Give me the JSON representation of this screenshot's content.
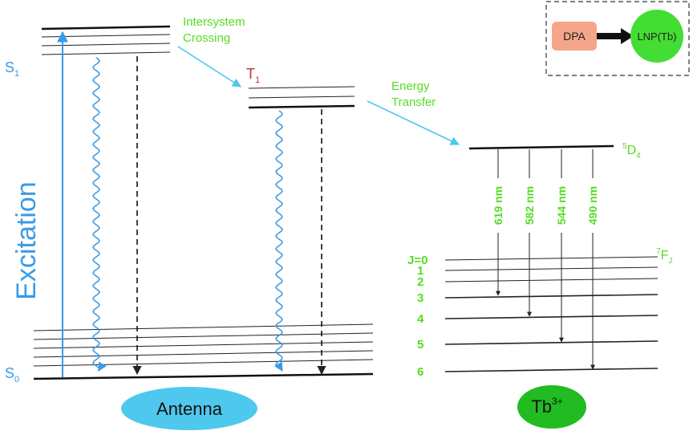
{
  "legend": {
    "donor": "DPA",
    "acceptor": "LNP(Tb)",
    "donor_color": "#f4a58a",
    "acceptor_color": "#44dd33"
  },
  "antenna": {
    "s1_label": "S",
    "s1_sub": "1",
    "s0_label": "S",
    "s0_sub": "0",
    "t1_label": "T",
    "t1_sub": "1",
    "excitation_label": "Excitation",
    "badge": "Antenna",
    "badge_color": "#4fc8ee"
  },
  "processes": {
    "isc_line1": "Intersystem",
    "isc_line2": "Crossing",
    "et_line1": "Energy",
    "et_line2": "Transfer"
  },
  "terbium": {
    "d4_sup": "5",
    "d4_label": "D",
    "d4_sub": "4",
    "fj_sup": "7",
    "fj_label": "F",
    "fj_sub": "J",
    "badge_base": "Tb",
    "badge_sup": "3+",
    "badge_color": "#22bb22",
    "j_levels": [
      "J=0",
      "1",
      "2",
      "3",
      "4",
      "5",
      "6"
    ],
    "emissions": [
      "619 nm",
      "582 nm",
      "544 nm",
      "490 nm"
    ]
  },
  "colors": {
    "blue": "#3a9be6",
    "cyan_arrow": "#4cc7ee",
    "green_text": "#55dd22",
    "red_t1": "#b83a2e",
    "level": "#222222"
  }
}
